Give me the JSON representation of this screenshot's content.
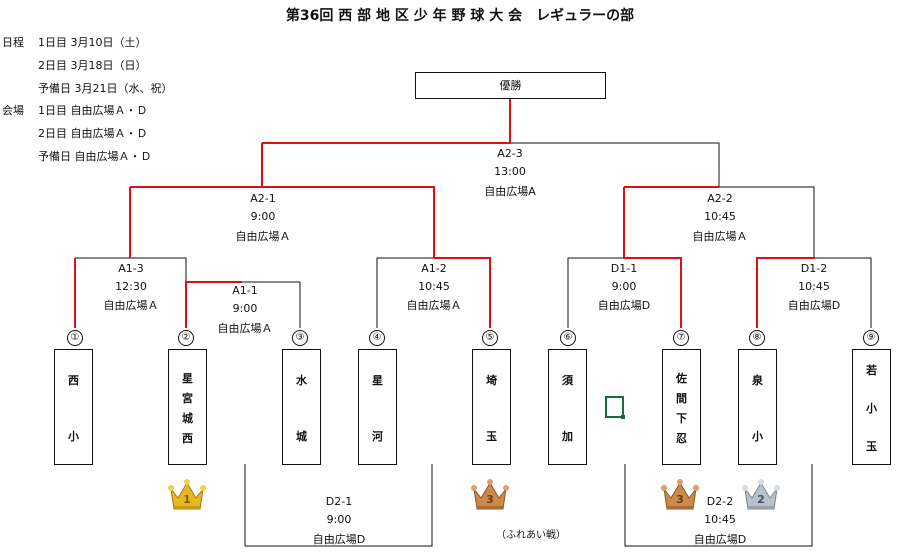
{
  "title": "第36回 西 部 地 区 少 年 野 球 大 会　レギュラーの部",
  "schedule": {
    "label": "日程",
    "rows": [
      "1日目 3月10日（土）",
      "2日目 3月18日（日）",
      "予備日 3月21日（水、祝）"
    ]
  },
  "venue": {
    "label": "会場",
    "rows": [
      "1日目 自由広場Ａ・Ｄ",
      "2日目 自由広場Ａ・Ｄ",
      "予備日 自由広場Ａ・Ｄ"
    ]
  },
  "champion_label": "優勝",
  "teams": [
    {
      "num": "①",
      "chars": [
        "西",
        "小"
      ]
    },
    {
      "num": "②",
      "chars": [
        "星",
        "宮",
        "城",
        "西"
      ]
    },
    {
      "num": "③",
      "chars": [
        "水",
        "城"
      ]
    },
    {
      "num": "④",
      "chars": [
        "星",
        "河"
      ]
    },
    {
      "num": "⑤",
      "chars": [
        "埼",
        "玉"
      ]
    },
    {
      "num": "⑥",
      "chars": [
        "須",
        "加"
      ]
    },
    {
      "num": "⑦",
      "chars": [
        "佐",
        "間",
        "下",
        "忍"
      ]
    },
    {
      "num": "⑧",
      "chars": [
        "泉",
        "小"
      ]
    },
    {
      "num": "⑨",
      "chars": [
        "若",
        "小",
        "玉"
      ]
    }
  ],
  "matches": {
    "A1_1": {
      "id": "A1-1",
      "time": "9:00",
      "venue": "自由広場Ａ"
    },
    "A1_2": {
      "id": "A1-2",
      "time": "10:45",
      "venue": "自由広場Ａ"
    },
    "A1_3": {
      "id": "A1-3",
      "time": "12:30",
      "venue": "自由広場Ａ"
    },
    "D1_1": {
      "id": "D1-1",
      "time": "9:00",
      "venue": "自由広場D"
    },
    "D1_2": {
      "id": "D1-2",
      "time": "10:45",
      "venue": "自由広場D"
    },
    "A2_1": {
      "id": "A2-1",
      "time": "9:00",
      "venue": "自由広場Ａ"
    },
    "A2_2": {
      "id": "A2-2",
      "time": "10:45",
      "venue": "自由広場Ａ"
    },
    "A2_3": {
      "id": "A2-3",
      "time": "13:00",
      "venue": "自由広場A"
    },
    "D2_1": {
      "id": "D2-1",
      "time": "9:00",
      "venue": "自由広場D"
    },
    "D2_2": {
      "id": "D2-2",
      "time": "10:45",
      "venue": "自由広場D"
    }
  },
  "friendly_note": "（ふれあい戦）",
  "crowns": [
    {
      "team": "②",
      "place": "1",
      "color": "#e8b820"
    },
    {
      "team": "⑤",
      "place": "3",
      "color": "#c98a4a"
    },
    {
      "team": "⑦",
      "place": "3",
      "color": "#c98a4a"
    },
    {
      "team": "⑧",
      "place": "2",
      "color": "#b8c2cc"
    }
  ],
  "colors": {
    "winner_line": "#dd1111",
    "line": "#111111"
  }
}
